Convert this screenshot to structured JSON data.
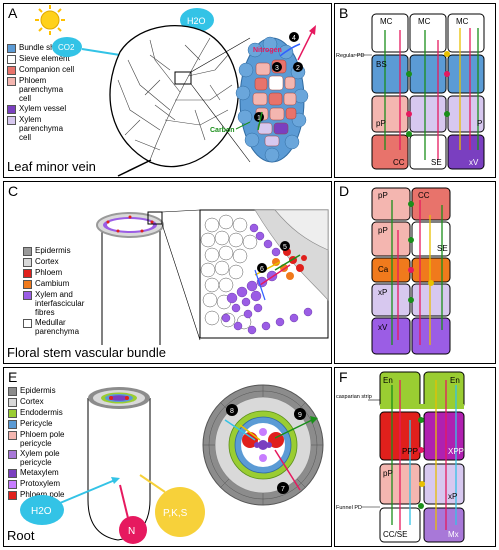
{
  "panels": {
    "a": {
      "letter": "A",
      "title": "Leaf minor vein"
    },
    "b": {
      "letter": "B"
    },
    "c": {
      "letter": "C",
      "title": "Floral stem vascular bundle"
    },
    "d": {
      "letter": "D"
    },
    "e": {
      "letter": "E",
      "title": "Root"
    },
    "f": {
      "letter": "F"
    }
  },
  "legend_a": [
    {
      "label": "Bundle sheath",
      "color": "#5b9bd5"
    },
    {
      "label": "Sieve element",
      "color": "#ffffff"
    },
    {
      "label": "Companion cell",
      "color": "#e8736b"
    },
    {
      "label": "Phloem parenchyma cell",
      "color": "#f4b6b0"
    },
    {
      "label": "Xylem vessel",
      "color": "#7a3fc0"
    },
    {
      "label": "Xylem parenchyma cell",
      "color": "#d7c8ef"
    }
  ],
  "legend_c": [
    {
      "label": "Epidermis",
      "color": "#9a9a9a"
    },
    {
      "label": "Cortex",
      "color": "#d9d9d9"
    },
    {
      "label": "Phloem",
      "color": "#e0201c"
    },
    {
      "label": "Cambium",
      "color": "#f07a1c"
    },
    {
      "label": "Xylem and interfascicular fibres",
      "color": "#9b5de5"
    },
    {
      "label": "Medullar parenchyma",
      "color": "#ffffff"
    }
  ],
  "legend_e": [
    {
      "label": "Epidermis",
      "color": "#8c8c8c"
    },
    {
      "label": "Cortex",
      "color": "#d9d9d9"
    },
    {
      "label": "Endodermis",
      "color": "#9acd32"
    },
    {
      "label": "Pericycle",
      "color": "#5b9bd5"
    },
    {
      "label": "Phloem pole pericycle",
      "color": "#f4b6b0"
    },
    {
      "label": "Xylem pole pericycle",
      "color": "#a878d8"
    },
    {
      "label": "Metaxylem",
      "color": "#7a3fc0"
    },
    {
      "label": "Protoxylem",
      "color": "#c77dff"
    },
    {
      "label": "Phloem pole",
      "color": "#e0201c"
    }
  ],
  "diagram_a": {
    "co2": "CO2",
    "h2o": "H2O",
    "nitrogen": "Nitrogen",
    "carbon": "Carbon",
    "steps": [
      "1",
      "2",
      "3",
      "4"
    ]
  },
  "diagram_b": {
    "mc_labels": [
      "MC",
      "MC",
      "MC"
    ],
    "regular_pd": "Regular PD",
    "bs": "BS",
    "pp_left": "pP",
    "pp_right": "P",
    "cc": "CC",
    "se": "SE",
    "xv": "xV"
  },
  "diagram_c": {
    "steps": [
      "5",
      "6"
    ]
  },
  "diagram_d": {
    "pp_top": "pP",
    "cc": "CC",
    "pp_mid": "pP",
    "se": "SE",
    "ca": "Ca",
    "xp": "xP",
    "xv": "xV"
  },
  "diagram_e": {
    "h2o": "H2O",
    "n": "N",
    "pks": "P,K,S",
    "steps": [
      "7",
      "8",
      "9"
    ]
  },
  "diagram_f": {
    "en_left": "En",
    "en_right": "En",
    "casparian": "casparian strip",
    "ppp": "PPP",
    "xpp": "XPP",
    "pp": "pP",
    "xp": "xP",
    "funnel_pd": "Funnel PD",
    "ccse": "CC/SE",
    "mx": "Mx"
  }
}
